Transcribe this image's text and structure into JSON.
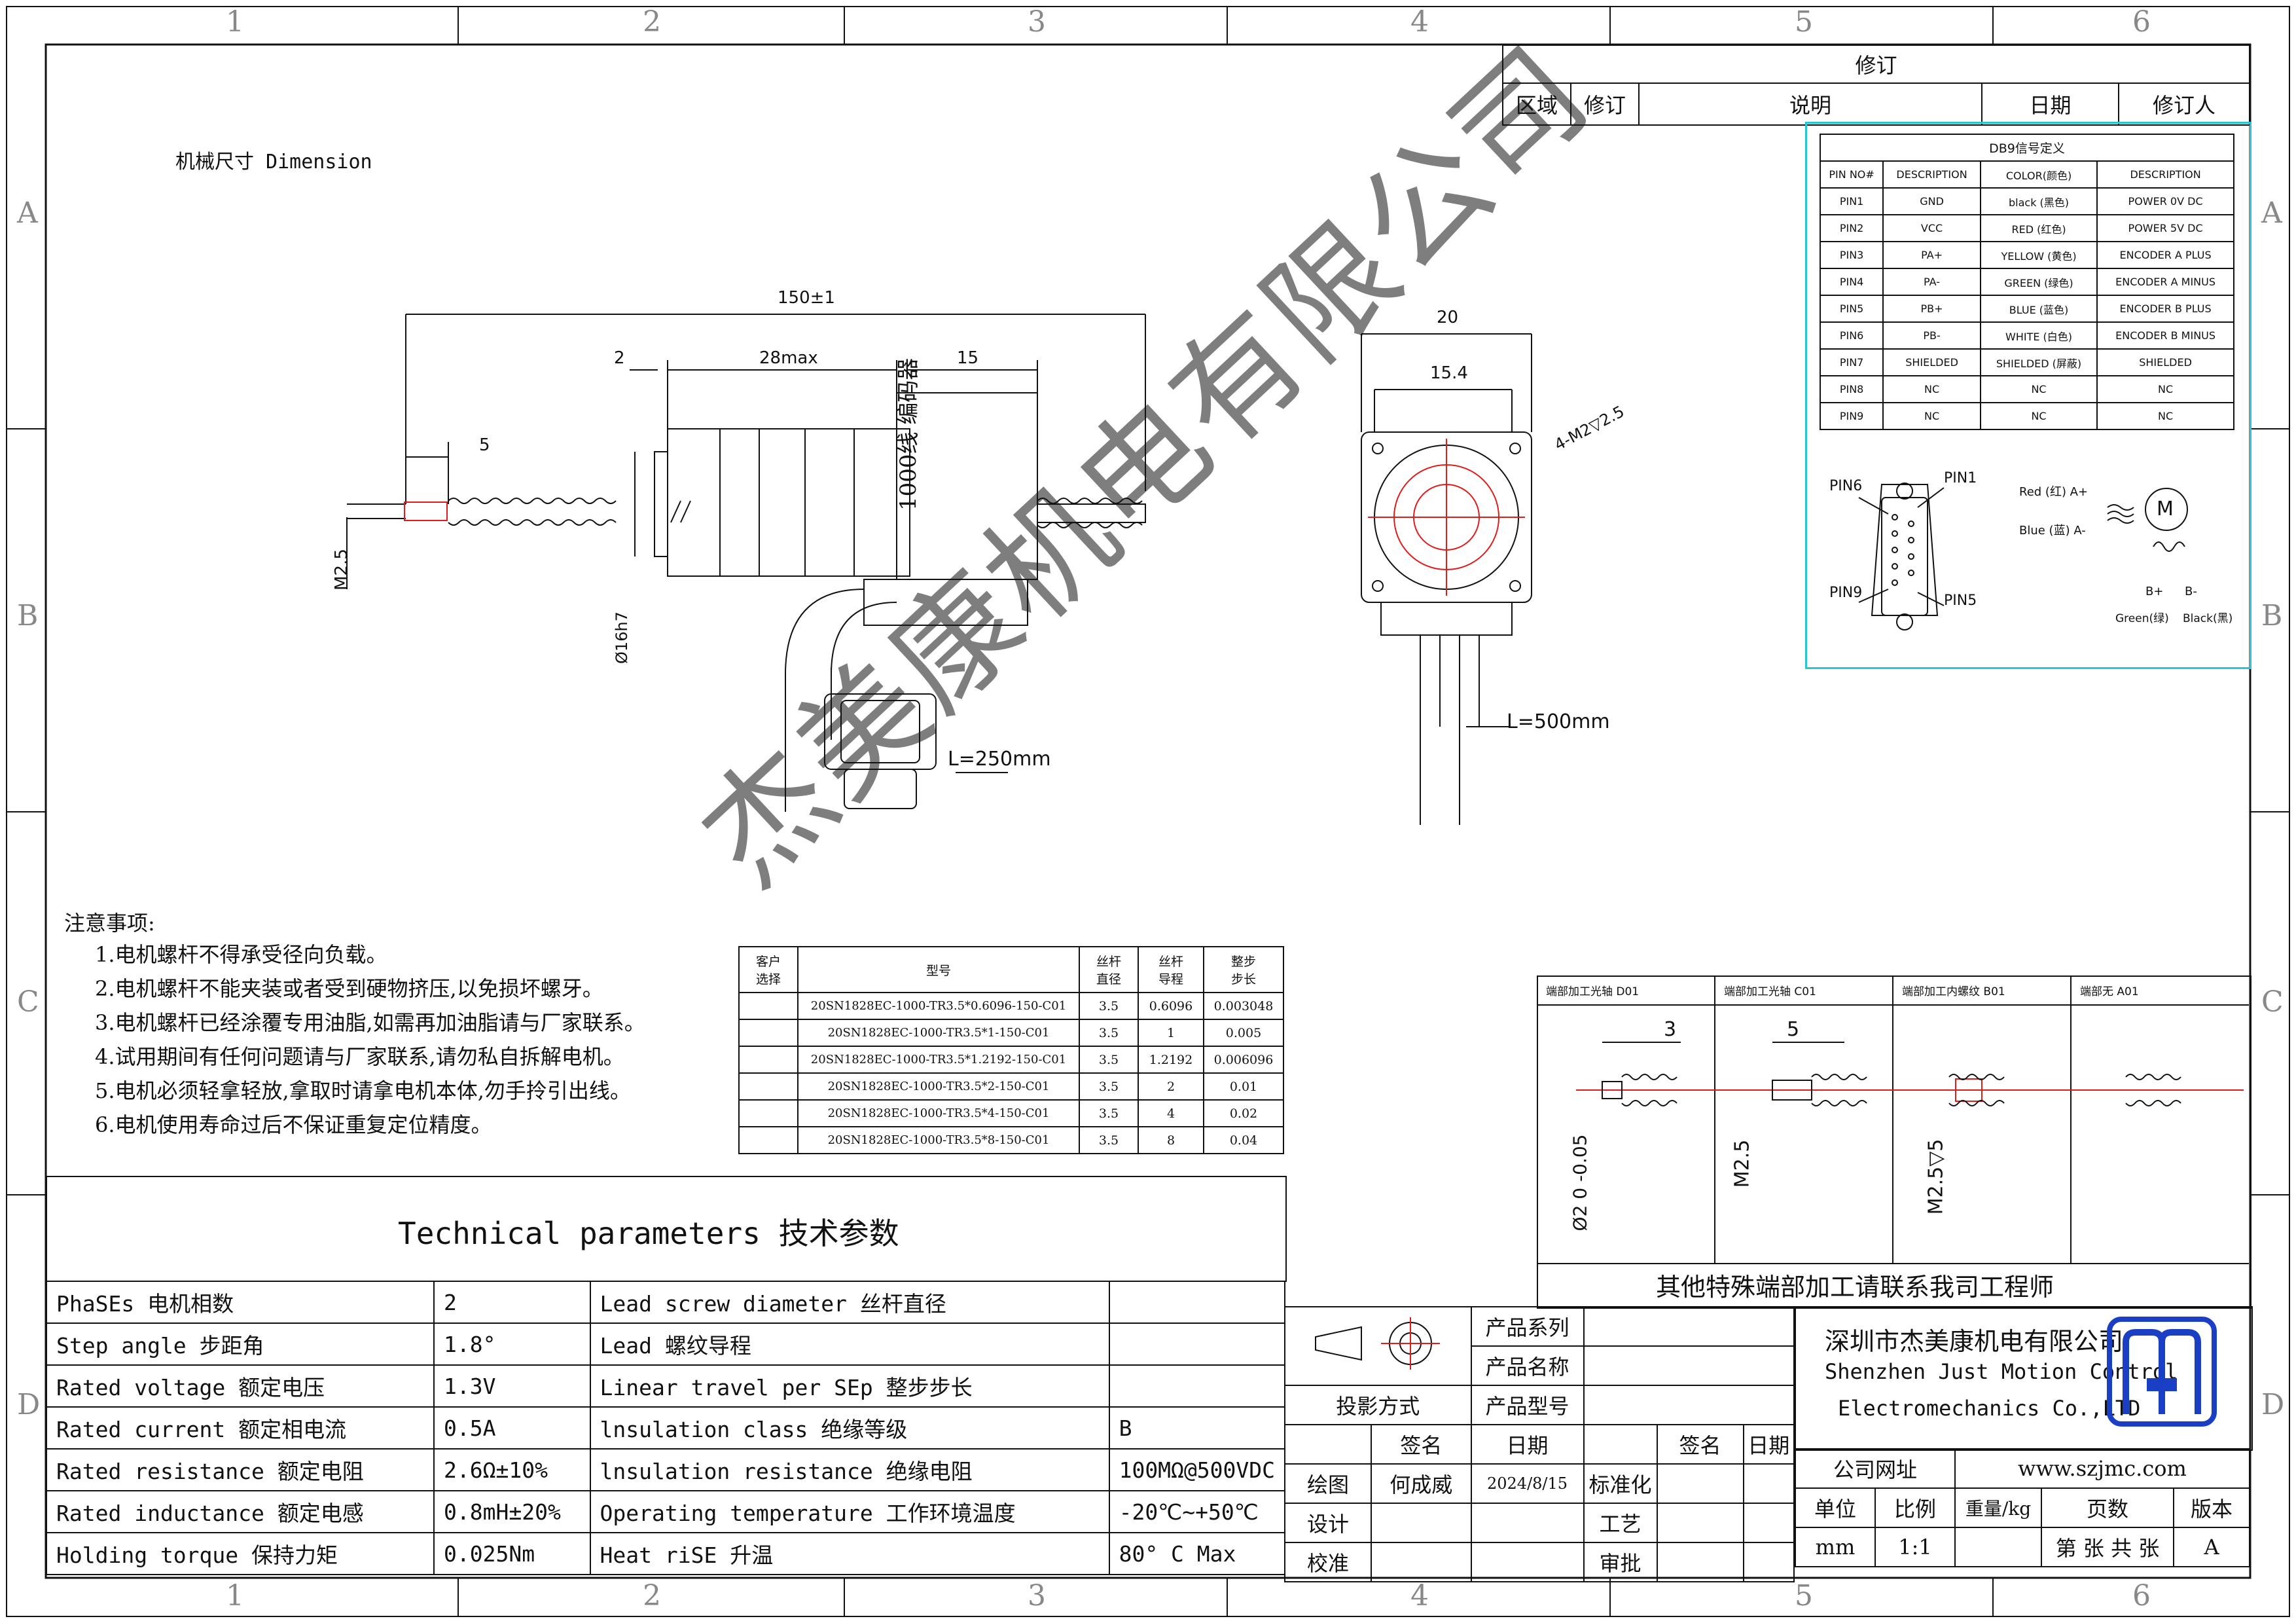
{
  "frame": {
    "columns": [
      "1",
      "2",
      "3",
      "4",
      "5",
      "6"
    ],
    "rows": [
      "A",
      "B",
      "C",
      "D"
    ]
  },
  "revision_table": {
    "title": "修订",
    "headers": [
      "区域",
      "修订",
      "说明",
      "日期",
      "修订人"
    ]
  },
  "dimension_label": "机械尺寸 Dimension",
  "side_view": {
    "dim_total": "150±1",
    "dim_2": "2",
    "dim_28": "28max",
    "dim_15": "15",
    "dim_5": "5",
    "dim_m25": "M2.5",
    "dim_phi16": "Ø16h7",
    "encoder_text": "1000线 编码器",
    "cable_length": "L=250mm"
  },
  "end_view": {
    "dim_20": "20",
    "dim_154": "15.4",
    "dim_holes": "4-M2▽2.5",
    "cable_length": "L=500mm"
  },
  "db9_table": {
    "title": "DB9信号定义",
    "headers": [
      "PIN NO#",
      "DESCRIPTION",
      "COLOR(颜色)",
      "DESCRIPTION"
    ],
    "rows": [
      [
        "PIN1",
        "GND",
        "black (黑色)",
        "POWER 0V DC"
      ],
      [
        "PIN2",
        "VCC",
        "RED (红色)",
        "POWER 5V DC"
      ],
      [
        "PIN3",
        "PA+",
        "YELLOW (黄色)",
        "ENCODER A PLUS"
      ],
      [
        "PIN4",
        "PA-",
        "GREEN (绿色)",
        "ENCODER A MINUS"
      ],
      [
        "PIN5",
        "PB+",
        "BLUE (蓝色)",
        "ENCODER B PLUS"
      ],
      [
        "PIN6",
        "PB-",
        "WHITE (白色)",
        "ENCODER B MINUS"
      ],
      [
        "PIN7",
        "SHIELDED",
        "SHIELDED (屏蔽)",
        "SHIELDED"
      ],
      [
        "PIN8",
        "NC",
        "NC",
        "NC"
      ],
      [
        "PIN9",
        "NC",
        "NC",
        "NC"
      ]
    ],
    "connector": {
      "pin6": "PIN6",
      "pin1": "PIN1",
      "pin9": "PIN9",
      "pin5": "PIN5",
      "red": "Red (红) A+",
      "blue": "Blue (蓝) A-",
      "bplus": "B+",
      "bminus": "B-",
      "green": "Green(绿)",
      "black": "Black(黑)",
      "motor": "M"
    }
  },
  "notes": {
    "title": "注意事项:",
    "items": [
      "1.电机螺杆不得承受径向负载。",
      "2.电机螺杆不能夹装或者受到硬物挤压,以免损坏螺牙。",
      "3.电机螺杆已经涂覆专用油脂,如需再加油脂请与厂家联系。",
      "4.试用期间有任何问题请与厂家联系,请勿私自拆解电机。",
      "5.电机必须轻拿轻放,拿取时请拿电机本体,勿手拎引出线。",
      "6.电机使用寿命过后不保证重复定位精度。"
    ]
  },
  "models_table": {
    "headers": [
      "客户\n选择",
      "型号",
      "丝杆\n直径",
      "丝杆\n导程",
      "整步\n步长"
    ],
    "rows": [
      [
        "",
        "20SN1828EC-1000-TR3.5*0.6096-150-C01",
        "3.5",
        "0.6096",
        "0.003048"
      ],
      [
        "",
        "20SN1828EC-1000-TR3.5*1-150-C01",
        "3.5",
        "1",
        "0.005"
      ],
      [
        "",
        "20SN1828EC-1000-TR3.5*1.2192-150-C01",
        "3.5",
        "1.2192",
        "0.006096"
      ],
      [
        "",
        "20SN1828EC-1000-TR3.5*2-150-C01",
        "3.5",
        "2",
        "0.01"
      ],
      [
        "",
        "20SN1828EC-1000-TR3.5*4-150-C01",
        "3.5",
        "4",
        "0.02"
      ],
      [
        "",
        "20SN1828EC-1000-TR3.5*8-150-C01",
        "3.5",
        "8",
        "0.04"
      ]
    ]
  },
  "end_options": {
    "panels": [
      "端部加工光轴 D01",
      "端部加工光轴 C01",
      "端部加工内螺纹 B01",
      "端部无 A01"
    ],
    "dim_3": "3",
    "dim_5": "5",
    "d01_label": "Ø2 0 -0.05",
    "c01_label": "M2.5",
    "b01_label": "M2.5▽5",
    "footer": "其他特殊端部加工请联系我司工程师"
  },
  "tech_params": {
    "title": "Technical parameters 技术参数",
    "rows": [
      [
        "PhaSEs  电机相数",
        "2",
        "Lead screw diameter 丝杆直径",
        ""
      ],
      [
        "Step angle 步距角",
        "1.8°",
        "Lead 螺纹导程",
        ""
      ],
      [
        "Rated voltage 额定电压",
        "1.3V",
        "Linear travel per SEp 整步步长",
        ""
      ],
      [
        "Rated current 额定相电流",
        "0.5A",
        "lnsulation class 绝缘等级",
        "B"
      ],
      [
        "Rated resistance 额定电阻",
        "2.6Ω±10%",
        "lnsulation resistance 绝缘电阻",
        "100MΩ@500VDC"
      ],
      [
        "Rated inductance 额定电感",
        "0.8mH±20%",
        "Operating temperature 工作环境温度",
        "-20℃~+50℃"
      ],
      [
        "Holding torque 保持力矩",
        "0.025Nm",
        "Heat riSE 升温",
        "80° C Max"
      ]
    ]
  },
  "title_block": {
    "product_series": "产品系列",
    "product_name": "产品名称",
    "projection": "投影方式",
    "product_model": "产品型号",
    "sign": "签名",
    "date": "日期",
    "sign2": "签名",
    "date2": "日期",
    "draw": "绘图",
    "drawer": "何成威",
    "draw_date": "2024/8/15",
    "standard": "标准化",
    "design": "设计",
    "process": "工艺",
    "check": "校准",
    "approve": "审批",
    "company_cn": "深圳市杰美康机电有限公司",
    "company_en1": "Shenzhen Just Motion Control",
    "company_en2": "Electromechanics Co.,LTD",
    "website_label": "公司网址",
    "website": "www.szjmc.com",
    "unit": "单位",
    "scale": "比例",
    "weight": "重量/kg",
    "pages": "页数",
    "version": "版本",
    "unit_val": "mm",
    "scale_val": "1:1",
    "pages_val": "第 张 共 张",
    "version_val": "A"
  },
  "watermark": "杰美康机电有限公司",
  "colors": {
    "line": "#111111",
    "cyan_frame": "#26c6d3",
    "red_centerline": "#e01b1b",
    "logo_blue": "#1a3fc4"
  }
}
